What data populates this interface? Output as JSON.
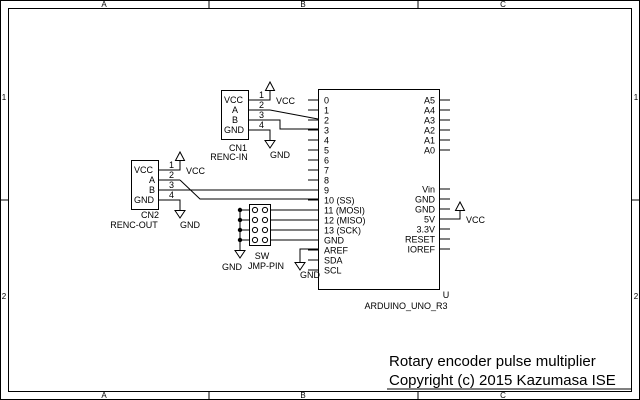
{
  "border": {
    "columns": [
      "A",
      "B",
      "C"
    ],
    "rows": [
      "1",
      "2"
    ]
  },
  "cn1": {
    "pins": [
      "VCC",
      "A",
      "B",
      "GND"
    ],
    "pin_numbers": [
      "1",
      "2",
      "3",
      "4"
    ],
    "ref": "CN1",
    "value": "RENC-IN",
    "vcc_label": "VCC",
    "gnd_label": "GND"
  },
  "cn2": {
    "pins": [
      "VCC",
      "A",
      "B",
      "GND"
    ],
    "pin_numbers": [
      "1",
      "2",
      "3",
      "4"
    ],
    "ref": "CN2",
    "value": "RENC-OUT",
    "vcc_label": "VCC",
    "gnd_label": "GND"
  },
  "sw": {
    "ref": "SW",
    "value": "JMP-PIN",
    "gnd_label": "GND"
  },
  "arduino": {
    "left_pins": [
      "0",
      "1",
      "2",
      "3",
      "4",
      "5",
      "6",
      "7",
      "8",
      "9",
      "10 (SS)",
      "11 (MOSI)",
      "12 (MISO)",
      "13 (SCK)",
      "GND",
      "AREF",
      "SDA",
      "SCL"
    ],
    "right_pins_top": [
      "A5",
      "A4",
      "A3",
      "A2",
      "A1",
      "A0"
    ],
    "right_pins_bottom": [
      "Vin",
      "GND",
      "GND",
      "5V",
      "3.3V",
      "RESET",
      "IOREF"
    ],
    "ref": "U",
    "value": "ARDUINO_UNO_R3",
    "vcc_label": "VCC",
    "gnd_label": "GND"
  },
  "title_block": {
    "title": "Rotary encoder pulse multiplier",
    "copyright": "Copyright (c) 2015 Kazumasa ISE"
  }
}
